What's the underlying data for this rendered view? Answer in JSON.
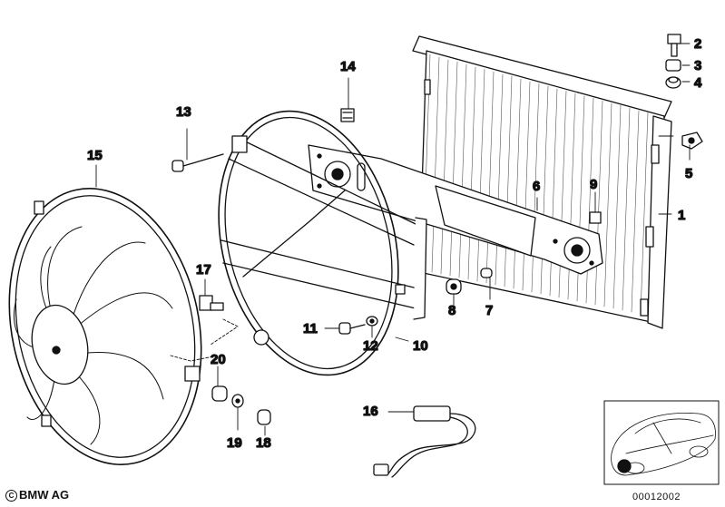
{
  "diagram": {
    "callouts": [
      {
        "id": "c1",
        "label": "1"
      },
      {
        "id": "c2",
        "label": "2"
      },
      {
        "id": "c3",
        "label": "3"
      },
      {
        "id": "c4",
        "label": "4"
      },
      {
        "id": "c5",
        "label": "5"
      },
      {
        "id": "c6",
        "label": "6"
      },
      {
        "id": "c7",
        "label": "7"
      },
      {
        "id": "c8",
        "label": "8"
      },
      {
        "id": "c9",
        "label": "9"
      },
      {
        "id": "c10",
        "label": "10"
      },
      {
        "id": "c11",
        "label": "11"
      },
      {
        "id": "c12",
        "label": "12"
      },
      {
        "id": "c13",
        "label": "13"
      },
      {
        "id": "c14",
        "label": "14"
      },
      {
        "id": "c15",
        "label": "15"
      },
      {
        "id": "c16",
        "label": "16"
      },
      {
        "id": "c17",
        "label": "17"
      },
      {
        "id": "c18",
        "label": "18"
      },
      {
        "id": "c19",
        "label": "19"
      },
      {
        "id": "c20",
        "label": "20"
      }
    ]
  },
  "footer": {
    "copyright_symbol": "C",
    "copyright": "BMW AG",
    "doc_number": "00012002"
  }
}
